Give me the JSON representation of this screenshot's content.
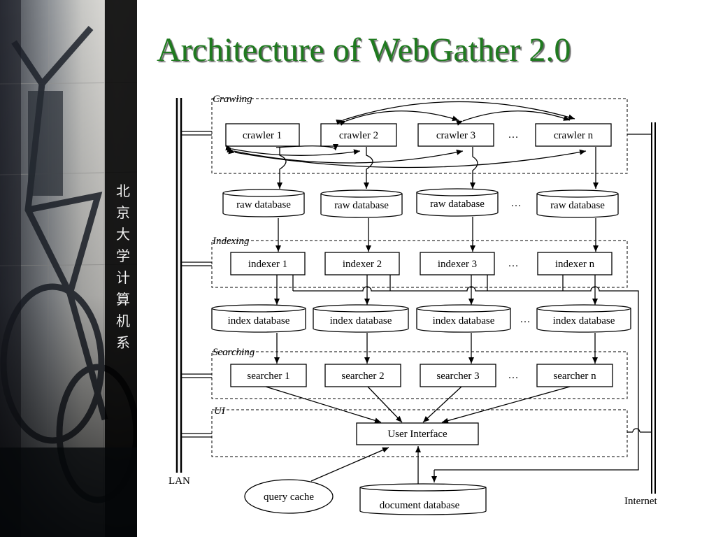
{
  "title": "Architecture of WebGather 2.0",
  "vertical_text": [
    "北",
    "京",
    "大",
    "学",
    "计",
    "算",
    "机",
    "系"
  ],
  "groups": {
    "crawling": "Crawling",
    "indexing": "Indexing",
    "searching": "Searching",
    "ui": "UI"
  },
  "crawlers": [
    "crawler 1",
    "crawler 2",
    "crawler 3",
    "crawler n"
  ],
  "raw_databases": [
    "raw database",
    "raw database",
    "raw database",
    "raw database"
  ],
  "indexers": [
    "indexer 1",
    "indexer 2",
    "indexer 3",
    "indexer n"
  ],
  "index_databases": [
    "index database",
    "index database",
    "index database",
    "index database"
  ],
  "searchers": [
    "searcher 1",
    "searcher 2",
    "searcher 3",
    "searcher n"
  ],
  "ellipsis": "…",
  "user_interface": "User Interface",
  "query_cache": "query cache",
  "document_database": "document database",
  "lan": "LAN",
  "internet": "Internet"
}
